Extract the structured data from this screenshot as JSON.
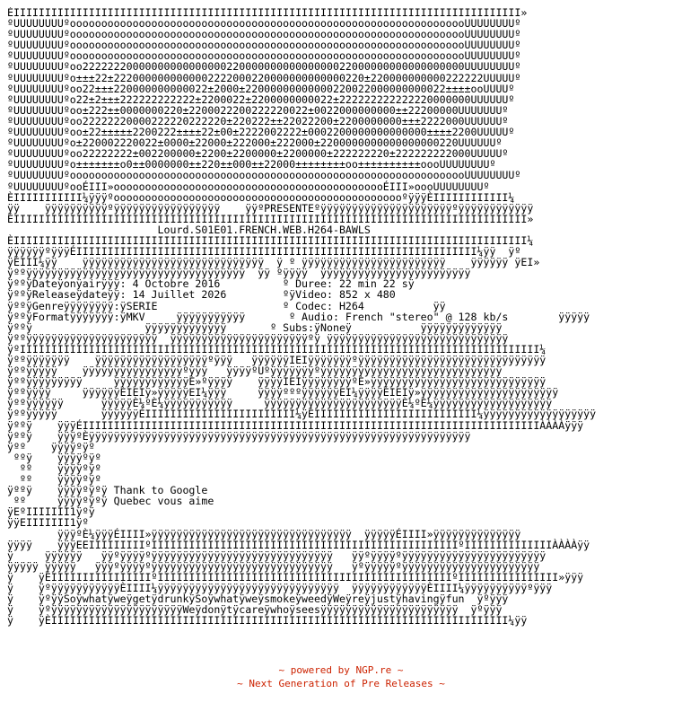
{
  "nfo": {
    "lines": [
      "ÉIIIIIIIIIIIIIIIIIIIIIIIIIIIIIIIIIIIIIIIIIIIIIIIIIIIIIIIIIIIIIIIIIIIIIIIIIIIIIIIII»",
      "ºUUUUUUUUºoooooooooooooooooooooooooooooooooooooooooooooooooooooooooooooooUUUUUUUUº",
      "ºUUUUUUUUºoooooooooooooooooooooooooooooooooooooooooooooooooooooooooooooooUUUUUUUUº",
      "ºUUUUUUUUºoooooooooooooooooooooooooooooooooooooooooooooooooooooooooooooooUUUUUUUUº",
      "ºUUUUUUUUºoooooooooooooooooooooooooooooooooooooooooooooooooooooooooooooooUUUUUUUUº",
      "ºUUUUUUUUºoo2222222000000000000000022000000000000000022000000000000000000UUUUUUUUº",
      "ºUUUUUUUUºo±±±22±2220000000000002222000220000000000000220±220000000000222222UUUUUº",
      "ºUUUUUUUUºoo22±±±220000000000022±2000±22000000000000220022000000000022±±±±ooUUUUº",
      "ºUUUUUUUUºo22±2±±±222222222222±2200022±2200000000022±222222222222220000000UUUUUUº",
      "ºUUUUUUUUºoo±222±±0000000220±2200022200222220022±0022000000000±±22200000UUUUUUUº",
      "ºUUUUUUUUºoo22222220000222220222220±220222±±22022200±2200000000±±±2222000UUUUUUº",
      "ºUUUUUUUUºoo±22±±±±±2200222±±±±22±00±2222002222±0002200000000000000±±±±2200UUUUUº",
      "ºUUUUUUUUºo±220002220022±0000±22000±222000±222000±2200000000000000000220UUUUUUº",
      "ºUUUUUUUUºoo22222222±002200000±2200±2200000±2200000±222222220±222222222000UUUUUº",
      "ºUUUUUUUUºo±±±±±±±o0±±0000000±±220±±000±±22000±±±±±±±±oo±±±±±±±±±±oooUUUUUUUUº",
      "ºUUUUUUUUºoooooooooooooooooooooooooooooooooooooooooooooooooooooooooooooooUUUUUUUUº",
      "ºUUUUUUUUºooÉIII»oooooooooooooooooooooooooooooooooooooooooooÉIII»oooUUUUUUUUº",
      "ÈIIIIIIIIIII¼ÿÿÿºooooooooooooooooooooooooooooooooooooooooooooooºÿÿÿÈIIIIIIIIIIII¼",
      "ÿÿ    ÿÿÿÿÿÿÿÿÿÿºÿÿÿÿÿÿÿÿÿÿÿÿÿÿÿÿÿ    ÿÿºPRESENTEºÿÿÿÿÿÿÿÿÿÿÿÿÿÿÿÿÿÿÿÿÿºÿÿÿÿÿÿÿÿÿÿÿÿ",
      "ÉIIIIIIIIIIIIIIIIIIIIIIIIIIIIIIIIIIIIIIIIIIIIIIIIIIIIIIIIIIIIIIIIIIIIIIIIIIIIIIIIII»",
      "                        Lourd.S01E01.FRENCH.WEB.H264-BAWLS",
      "ÈIIIIIIIIIIIIIIIIIIIIIIIIIIIIIIIIIIIIIIIIIIIIIIIIIIIIIIIIIIIIIIIIIIIIIIIIIIIIIIIIII¼",
      "ÿÿÿÿÿÿºÿÿÿÉIIIIIIIIIIIIIIIIIIIIIIIIIIIIIIIIIIIIIIIIIIIIIIIIIIIIIIIIIIIIIIII¼ÿÿ  ÿº",
      "ÿÉIII¼ÿÿ    ÿÿÿÿÿÿÿÿÿÿÿÿÿÿÿÿÿÿÿÿÿÿÿÿÿÿÿÿÿ  ÿ º ÿÿÿÿÿÿÿÿÿÿÿÿÿÿÿÿÿÿÿÿÿÿÿ    ÿÿÿÿÿÿ ÿEI»",
      "ÿººÿÿÿÿÿÿÿÿÿÿÿÿÿÿÿÿÿÿÿÿÿÿÿÿÿÿÿÿÿÿÿÿÿÿÿ  ÿÿ ºÿÿÿÿ  ÿÿÿÿÿÿÿÿÿÿÿÿÿÿÿÿÿÿÿÿÿÿÿÿ",
      "ÿººÿDateÿonÿairÿÿÿ: 4 Octobre 2016          º Duree: 22 min 22 sÿ",
      "ÿººÿReleaseÿdateÿÿ: 14 Juillet 2026         ºÿVideo: 852 x 480",
      "ÿººÿGenreÿÿÿÿÿÿÿÿ:ÿSERIE                    º Codec: H264           ÿÿ",
      "ÿººÿFormatÿÿÿÿÿÿÿ:ÿMKV     ÿÿÿÿÿÿÿÿÿÿÿ       º Audio: French \"stereo\" @ 128 kb/s        ÿÿÿÿÿ",
      "ÿººÿ                  ÿÿÿÿÿÿÿÿÿÿÿÿÿ       º Subs:ÿNoneÿ           ÿÿÿÿÿÿÿÿÿÿÿÿÿ",
      "ÿººÿÿÿÿÿÿÿÿÿÿÿÿÿÿÿÿÿÿÿÿÿ  ÿÿÿÿÿÿÿÿÿÿÿÿÿÿÿÿÿÿÿÿÿÿºÿ ÿÿÿÿÿÿÿÿÿÿÿÿÿÿÿÿÿÿÿÿÿÿÿÿÿÿÿÿÿ",
      "ÿºIIIIIIIIIIIIIIIIIIIIIIIIIIIIIIIIIIIIIIIIIIIIIIIIIIIIIIIIIIIIIIIIIIIIIIIIIIIIIIIIIII¼",
      "ÿººÿÿÿÿÿÿÿ    ÿÿÿÿÿÿÿÿÿÿÿÿÿÿÿÿÿÿºÿÿÿ   ÿÿÿÿÿÿIEIÿÿÿÿÿÿÿºÿÿÿÿÿÿÿÿÿÿÿÿÿÿÿÿÿÿÿÿÿÿÿÿÿÿÿÿÿÿ",
      "ÿººÿÿÿÿÿ    ÿÿÿÿÿÿÿÿÿÿÿÿÿÿÿÿºÿÿÿ   ÿÿÿÿºUºÿÿÿÿÿÿÿºÿÿÿÿÿÿÿÿÿÿÿÿÿÿÿÿÿÿÿÿÿÿÿÿÿÿÿÿÿ",
      "ÿººÿÿÿÿÿÿÿÿÿ     ÿÿÿÿÿÿÿÿÿÿÿÿÈ»ºÿÿÿÿ    ÿÿÿÿIEIÿÿÿÿÿÿÿÿºÈ»ÿÿÿÿÿÿÿÿÿÿÿÿÿÿÿÿÿÿÿÿÿÿÿÿÿÿÿÿ",
      "ÿººÿÿÿÿ     ÿÿÿÿÿÿÈIEIÿ»ÿÿÿÿÿEI¼ÿÿÿ     ÿÿÿÿºººÿÿÿÿÿÿEI¼ÿÿÿÿÉIEIÿ»ÿÿÿÿÿÿÿÿÿÿÿÿÿÿÿÿÿÿÿÿÿÿ",
      "ÿººÿÿÿÿÿÿ      ÿÿÿÿÿÈ¼ºÈ¼ÿÿÿÿÿÿÿÿÿÿÿ     ÿÿÿÿÿÿÿÿÿÿÿÿÿÿÿÿÿÿÿÿÿÿÈ¼ºÈ¼ÿÿÿÿÿÿÿÿÿÿÿÿÿÿÿÿÿÿÿ",
      "ÿººÿÿÿÿÿ       ÿÿÿÿÿÿÉIIIIIIIIIIIIIIIIIIIIIIII¼ÿÉIIIIIIIIIIIIIIIIIIIIIIIIII¼ÿÿÿÿÿÿÿÿÿÿÿÿÿÿÿÿÿÿ",
      "ÿººÿ    ÿÿÿÉIIIIIIIIIIIIIIIIIIIIIIIIIIIIIIIIIIIIIIIIIIIIIIIIIIIIIIIIIIIIIIIIIIIIIIIIIÀÀÀÀÿÿÿ",
      "ÿººÿ    ÿÿÿºÈÿÿÿÿÿÿÿÿÿÿÿÿÿÿÿÿÿÿÿÿÿÿÿÿÿÿÿÿÿÿÿÿÿÿÿÿÿÿÿÿÿÿÿÿÿÿÿÿÿÿÿÿÿÿÿÿÿÿÿÿÿ",
      "ÿºº    ÿÿÿÿºÿº",
      " ººÿ    ÿÿÿÿºÿº",
      "  ºº    ÿÿÿÿºÿº",
      "  ºº    ÿÿÿÿºÿº",
      "ÿººÿ    ÿÿÿÿºÿºÿ Thank to Google",
      " ºº     ÿÿÿÿºÿºÿ Quebec vous aime",
      "ÿEºIIIIIII1ÿºÿ",
      "ÿÿEIIIIIII1ÿº",
      "        ÿÿÿºÈ¼ÿÿÿÉIIII»ÿÿÿÿÿÿÿÿÿÿÿÿÿÿÿÿÿÿÿÿÿÿÿÿÿÿÿÿÿÿÿÿ  ÿÿÿÿÿÉIIII»ÿÿÿÿÿÿÿÿÿÿÿÿÿÿ",
      "ÿÿÿÿ    ÿÿÿEEIIIIIIIIIºIIIIIIIIIIIIIIIIIIIIIIIIIIIIIIIIIIIIIIIIIIIIIIIIIºIIIIIIIIIIIIIIÀÀÀÀÿÿ",
      "ÿ     ÿÿÿÿÿÿ   ÿÿºÿÿÿÿºÿÿÿÿÿÿÿÿÿÿÿÿÿÿÿÿÿÿÿÿÿÿÿÿÿÿÿÿÿ   ÿÿºÿÿÿÿºÿÿÿÿÿÿÿÿÿÿÿÿÿÿÿÿÿÿÿÿÿÿÿ",
      "ÿÿÿÿÿ ÿÿÿÿÿ   ÿÿÿºÿÿÿÿºÿÿÿÿÿÿÿÿÿÿÿÿÿÿÿÿÿÿÿÿÿÿÿÿÿÿÿÿÿ   ÿºÿÿÿÿÿºÿÿÿÿÿÿÿÿÿÿÿÿÿÿÿÿÿÿÿÿÿÿ",
      "ÿ    ÿÉIIIIIIIIIIIIIIIIºIIIIIIIIIIIIIIIIIIIIIIIIIIIIIIIIIIIIIIIIIIIIIIIºIIIIIIIIIIIIIIII»ÿÿÿ",
      "ÿ    ÿºÿÿÿÿÿÿÿÿÿÿÿÈIIII¼ÿÿÿÿÿÿÿÿÿÿÿÿÿÿÿÿÿÿÿÿÿÿÿÿÿÿÿÿÿ  ÿÿÿÿÿÿÿÿÿÿÿÿÈIIII¼ÿÿÿÿÿÿÿÿÿÿºÿÿÿ",
      "ÿ    ÿºÿÿSoÿwhatÿweÿgetÿdrunkÿSoÿwhatÿweÿsmokeÿweedÿWeÿreÿjustÿhavingÿfun  ÿºÿÿÿ",
      "ÿ    ÿºÿÿÿÿÿÿÿÿÿÿÿÿÿÿÿÿÿÿÿÿÿWeÿdonÿtÿcareÿwhoÿseesÿÿÿÿÿÿÿÿÿÿÿÿÿÿÿÿÿÿÿÿÿÿ  ÿºÿÿÿ",
      "ÿ    ÿÈIIIIIIIIIIIIIIIIIIIIIIIIIIIIIIIIIIIIIIIIIIIIIIIIIIIIIIIIIIIIIIIIIIIIIIIII¼ÿÿ"
    ]
  },
  "footer": {
    "line1": "~ powered by NGP.re ~",
    "line2": "~ Next Generation of Pre Releases ~"
  }
}
